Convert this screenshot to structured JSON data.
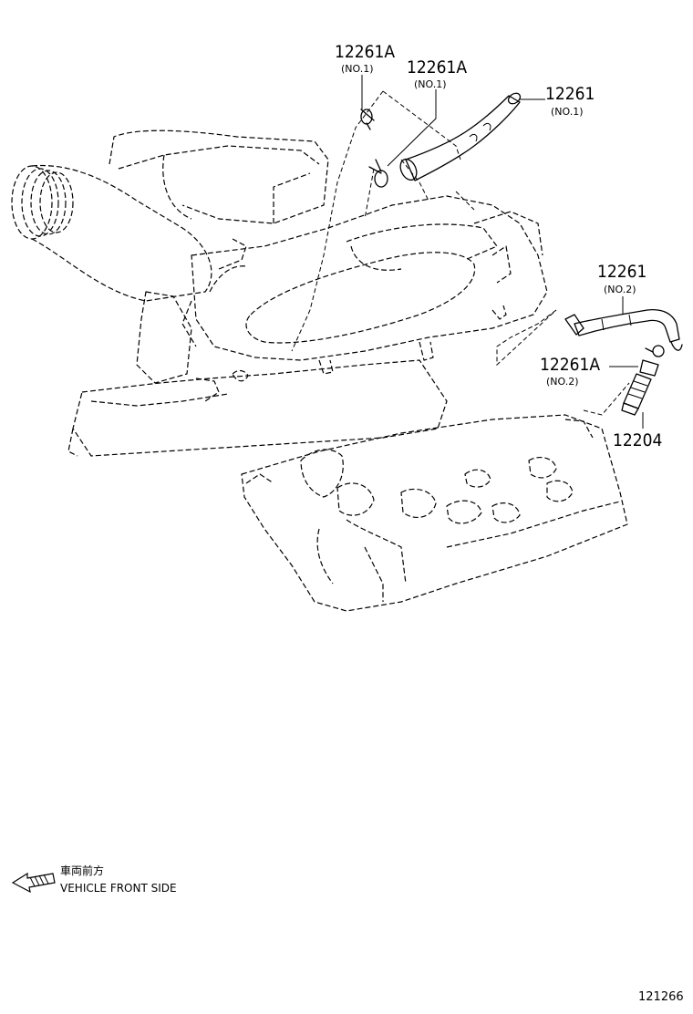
{
  "callouts": {
    "c1": {
      "number": "12261A",
      "qualifier": "(NO.1)"
    },
    "c2": {
      "number": "12261A",
      "qualifier": "(NO.1)"
    },
    "c3": {
      "number": "12261",
      "qualifier": "(NO.1)"
    },
    "c4": {
      "number": "12261",
      "qualifier": "(NO.2)"
    },
    "c5": {
      "number": "12261A",
      "qualifier": "(NO.2)"
    },
    "c6": {
      "number": "12204"
    }
  },
  "legend": {
    "line_jp": "車両前方",
    "line_en": "VEHICLE FRONT SIDE"
  },
  "catalog_number": "121266"
}
